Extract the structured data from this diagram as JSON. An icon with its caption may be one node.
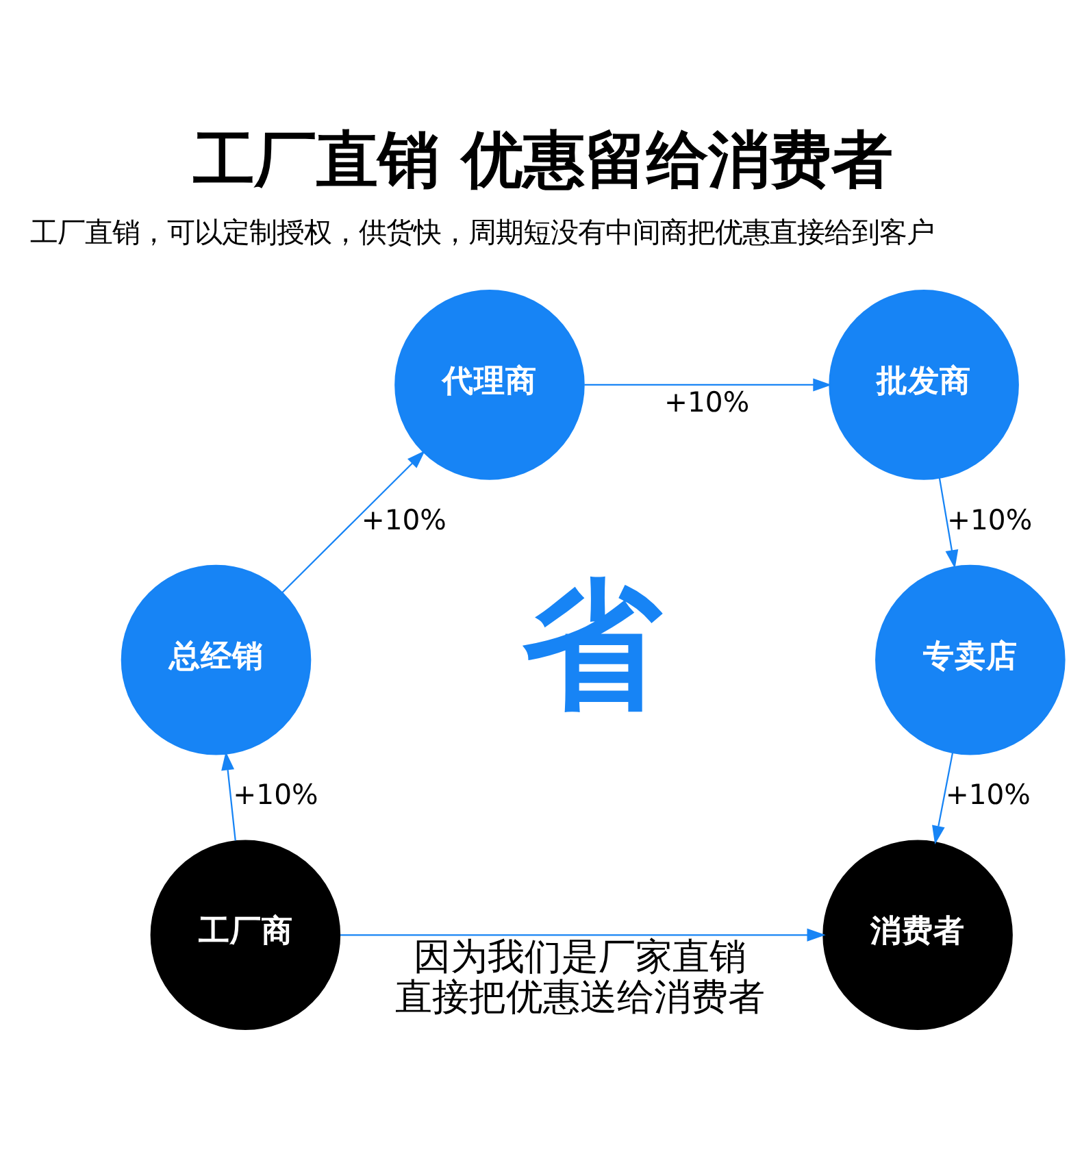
{
  "diagram": {
    "title": "工厂直销 优惠留给消费者",
    "nodes": [
      {
        "text": [
          "工厂商"
        ]
      },
      {
        "text": [
          "总经销"
        ]
      },
      {
        "text": [
          "代理商"
        ]
      },
      {
        "text": [
          "批发商"
        ]
      },
      {
        "text": [
          "专卖店"
        ]
      },
      {
        "text": [
          "消费者"
        ]
      }
    ],
    "edges": [
      {
        "from": 0,
        "to": 1,
        "arrow": "to",
        "label": "+10%"
      },
      {
        "from": 1,
        "to": 2,
        "arrow": "to",
        "label": "+10%"
      },
      {
        "from": 2,
        "to": 3,
        "arrow": "to",
        "label": "+10%"
      },
      {
        "from": 3,
        "to": 4,
        "arrow": "to",
        "label": "+10%"
      },
      {
        "from": 4,
        "to": 5,
        "arrow": "to",
        "label": "+10%"
      },
      {
        "from": 0,
        "to": 5,
        "arrow": "to",
        "label": "因为我们是厂家直销直接把优惠送给消费者"
      }
    ],
    "labels": [
      "工厂直销，可以定制授权，供货快，周期短没有中间商把优惠直接给到客户",
      "省"
    ]
  }
}
